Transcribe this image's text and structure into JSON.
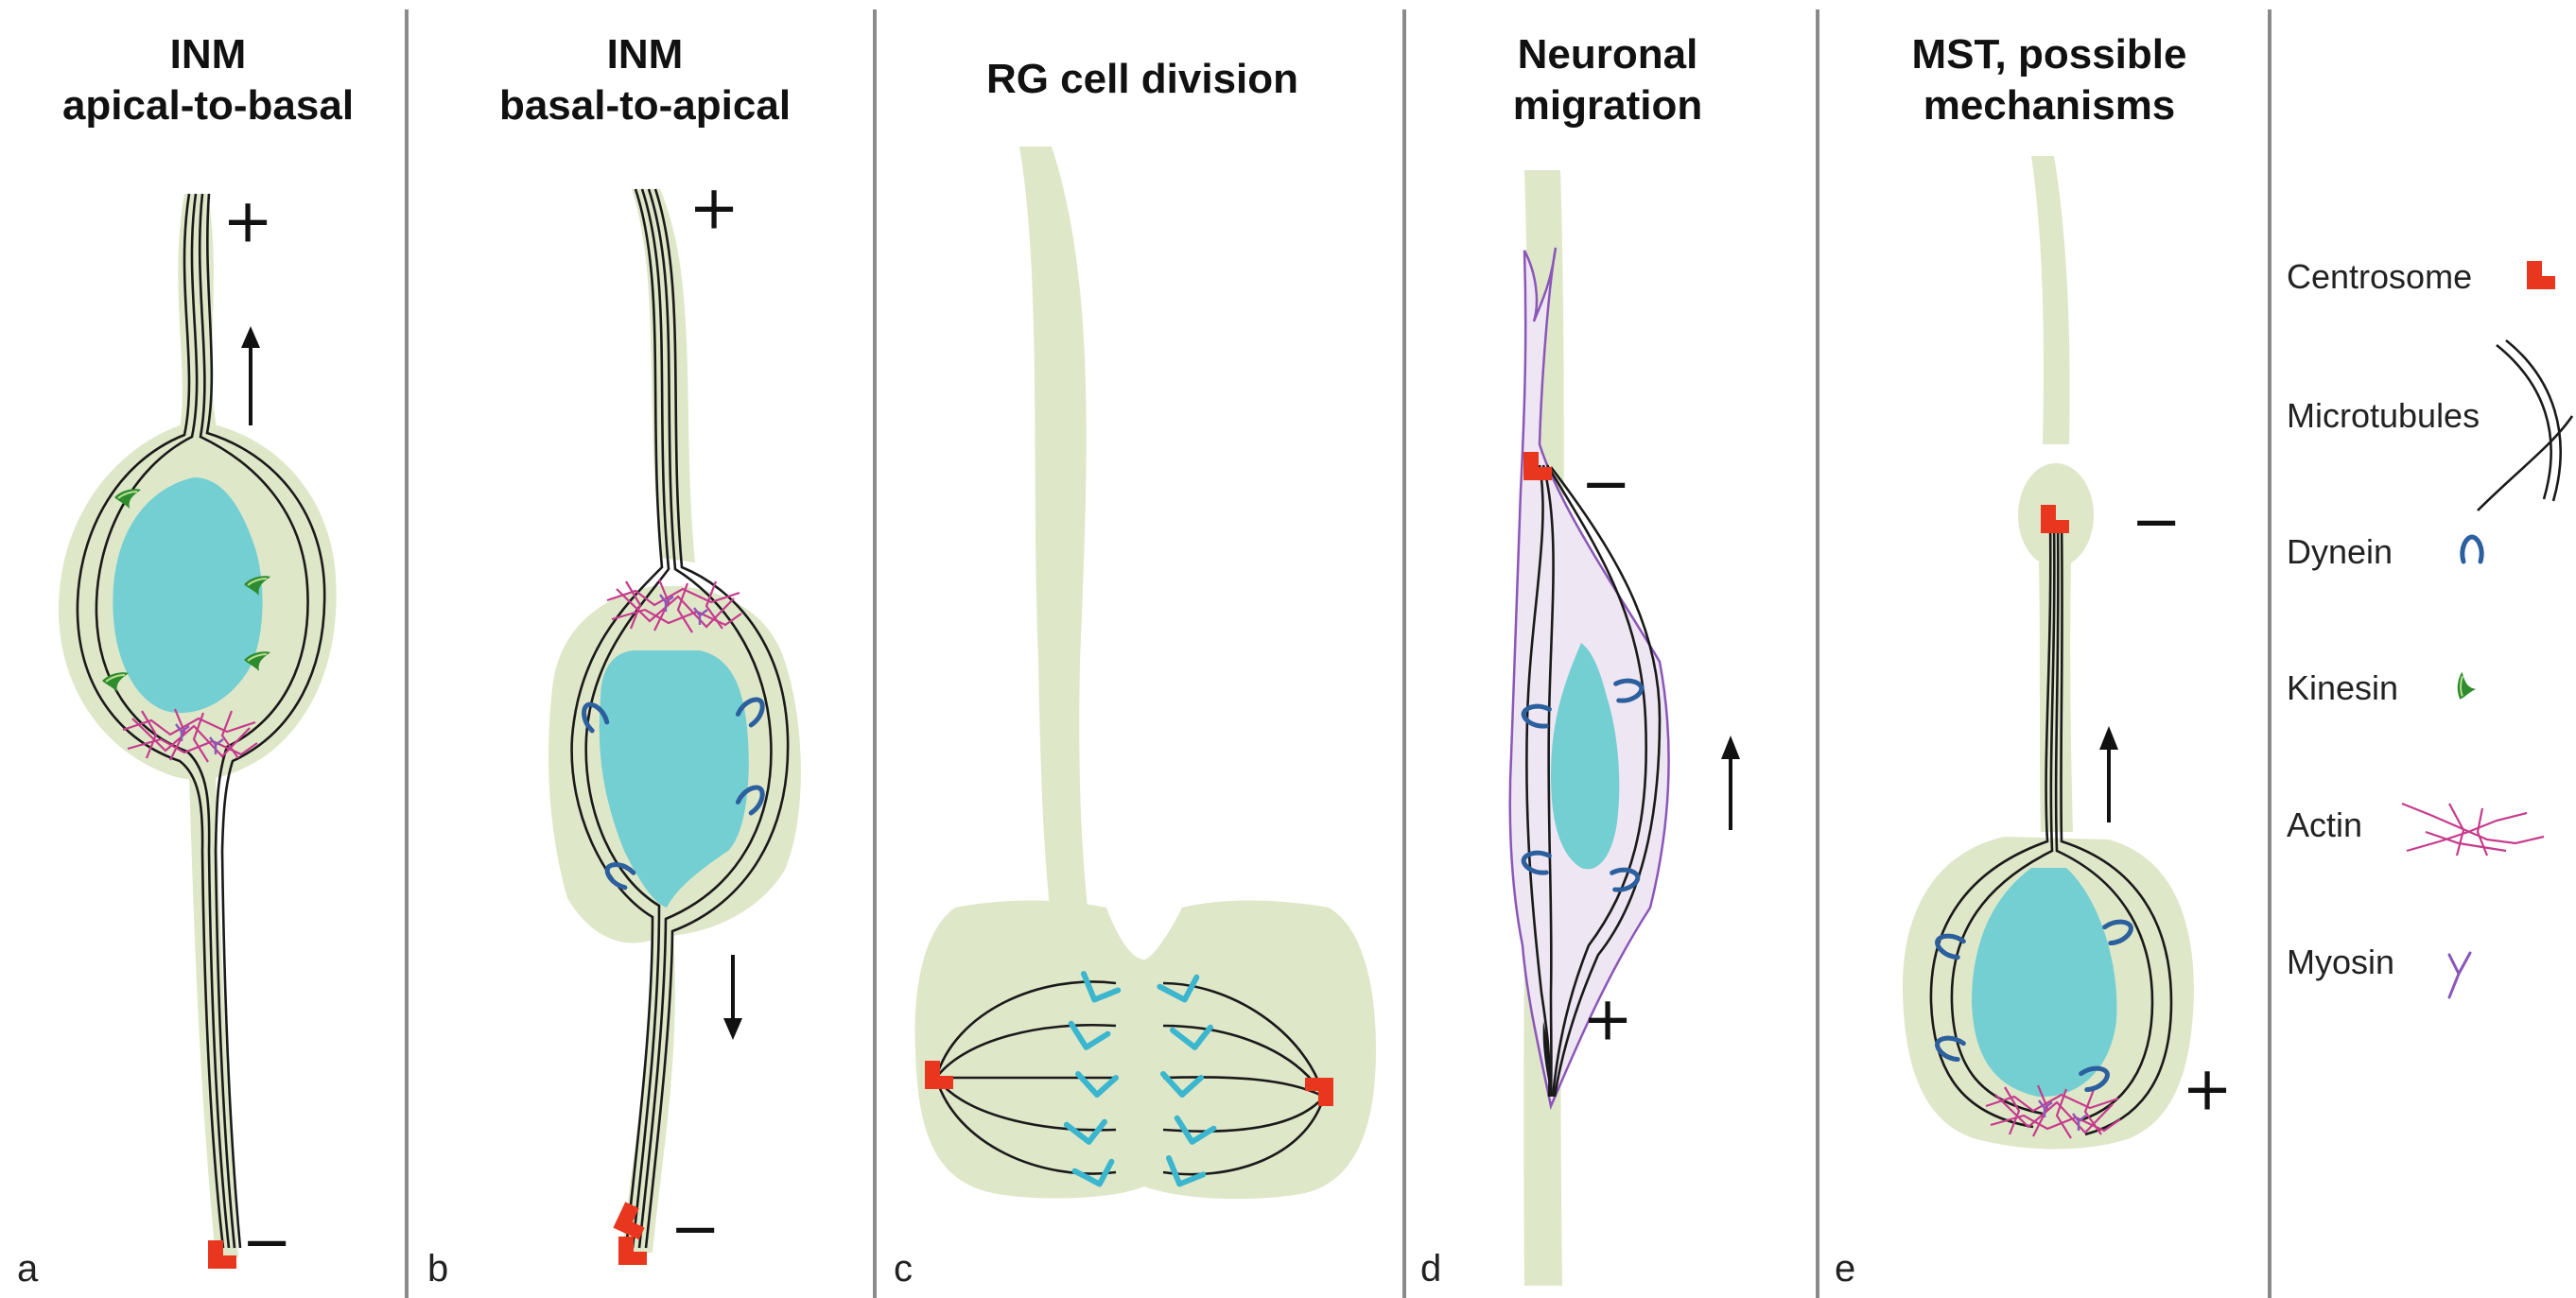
{
  "colors": {
    "cytoplasm": "#dfe7c9",
    "nucleus": "#74cfd3",
    "centrosome": "#e8361f",
    "microtubules": "#1a1a1a",
    "dynein": "#2b5f9e",
    "kinesin": "#2e8b2e",
    "actin": "#c63b8c",
    "myosin": "#8a56b8",
    "spindle_motor": "#3bb6cf",
    "migrating_neuron": "#efe6f3",
    "divider": "#8a8a8a"
  },
  "panels": [
    {
      "letter": "a",
      "title_lines": [
        "INM",
        "apical-to-basal"
      ],
      "signs": [
        "+",
        "−"
      ],
      "arrow": "up"
    },
    {
      "letter": "b",
      "title_lines": [
        "INM",
        "basal-to-apical"
      ],
      "signs": [
        "+",
        "−"
      ],
      "arrow": "down"
    },
    {
      "letter": "c",
      "title_lines": [
        "RG cell division"
      ]
    },
    {
      "letter": "d",
      "title_lines": [
        "Neuronal",
        "migration"
      ],
      "signs": [
        "−",
        "+"
      ],
      "arrow": "up"
    },
    {
      "letter": "e",
      "title_lines": [
        "MST, possible",
        "mechanisms"
      ],
      "signs": [
        "−",
        "+"
      ],
      "arrow": "up"
    }
  ],
  "legend": [
    {
      "label": "Centrosome",
      "icon": "centrosome-icon"
    },
    {
      "label": "Microtubules",
      "icon": "microtubules-icon"
    },
    {
      "label": "Dynein",
      "icon": "dynein-icon"
    },
    {
      "label": "Kinesin",
      "icon": "kinesin-icon"
    },
    {
      "label": "Actin",
      "icon": "actin-icon"
    },
    {
      "label": "Myosin",
      "icon": "myosin-icon"
    }
  ]
}
